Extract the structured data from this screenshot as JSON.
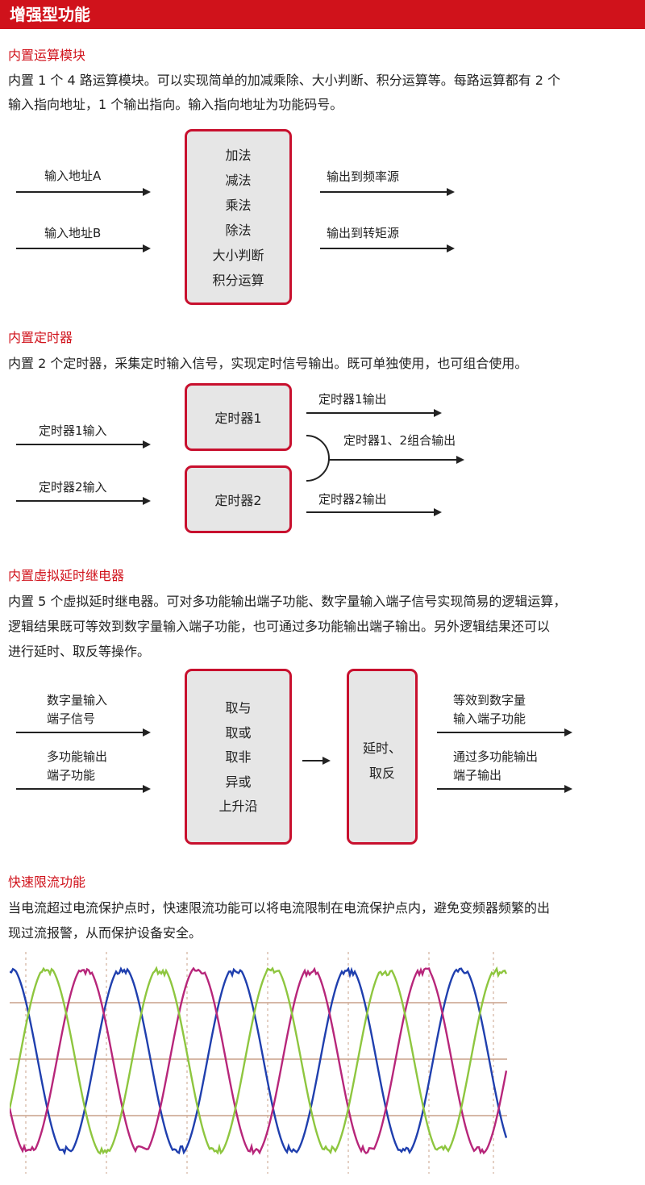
{
  "header": {
    "title": "增强型功能"
  },
  "section1": {
    "title": "内置运算模块",
    "para_line1": "内置 1 个 4 路运算模块。可以实现简单的加减乘除、大小判断、积分运算等。每路运算都有 2 个",
    "para_line2": "输入指向地址，1 个输出指向。输入指向地址为功能码号。",
    "inputs": [
      "输入地址A",
      "输入地址B"
    ],
    "ops": [
      "加法",
      "减法",
      "乘法",
      "除法",
      "大小判断",
      "积分运算"
    ],
    "outputs": [
      "输出到频率源",
      "输出到转矩源"
    ]
  },
  "section2": {
    "title": "内置定时器",
    "para": "内置 2 个定时器，采集定时输入信号，实现定时信号输出。既可单独使用，也可组合使用。",
    "timer1": "定时器1",
    "timer2": "定时器2",
    "input1": "定时器1输入",
    "input2": "定时器2输入",
    "output1": "定时器1输出",
    "output_combined": "定时器1、2组合输出",
    "output2": "定时器2输出"
  },
  "section3": {
    "title": "内置虚拟延时继电器",
    "para_line1": "内置 5 个虚拟延时继电器。可对多功能输出端子功能、数字量输入端子信号实现简易的逻辑运算，",
    "para_line2": "逻辑结果既可等效到数字量输入端子功能，也可通过多功能输出端子输出。另外逻辑结果还可以",
    "para_line3": "进行延时、取反等操作。",
    "input1_line1": "数字量输入",
    "input1_line2": "端子信号",
    "input2_line1": "多功能输出",
    "input2_line2": "端子功能",
    "logic_ops": [
      "取与",
      "取或",
      "取非",
      "异或",
      "上升沿"
    ],
    "delay_line1": "延时、",
    "delay_line2": "取反",
    "output1_line1": "等效到数字量",
    "output1_line2": "输入端子功能",
    "output2_line1": "通过多功能输出",
    "output2_line2": "端子输出"
  },
  "section4": {
    "title": "快速限流功能",
    "para_line1": "当电流超过电流保护点时，快速限流功能可以将电流限制在电流保护点内，避免变频器频繁的出",
    "para_line2": "现过流报警，从而保护设备安全。",
    "colors": {
      "phase_a": "#1f3fae",
      "phase_b": "#b7267a",
      "phase_c": "#8ec63f",
      "grid": "#c9a08a"
    }
  }
}
